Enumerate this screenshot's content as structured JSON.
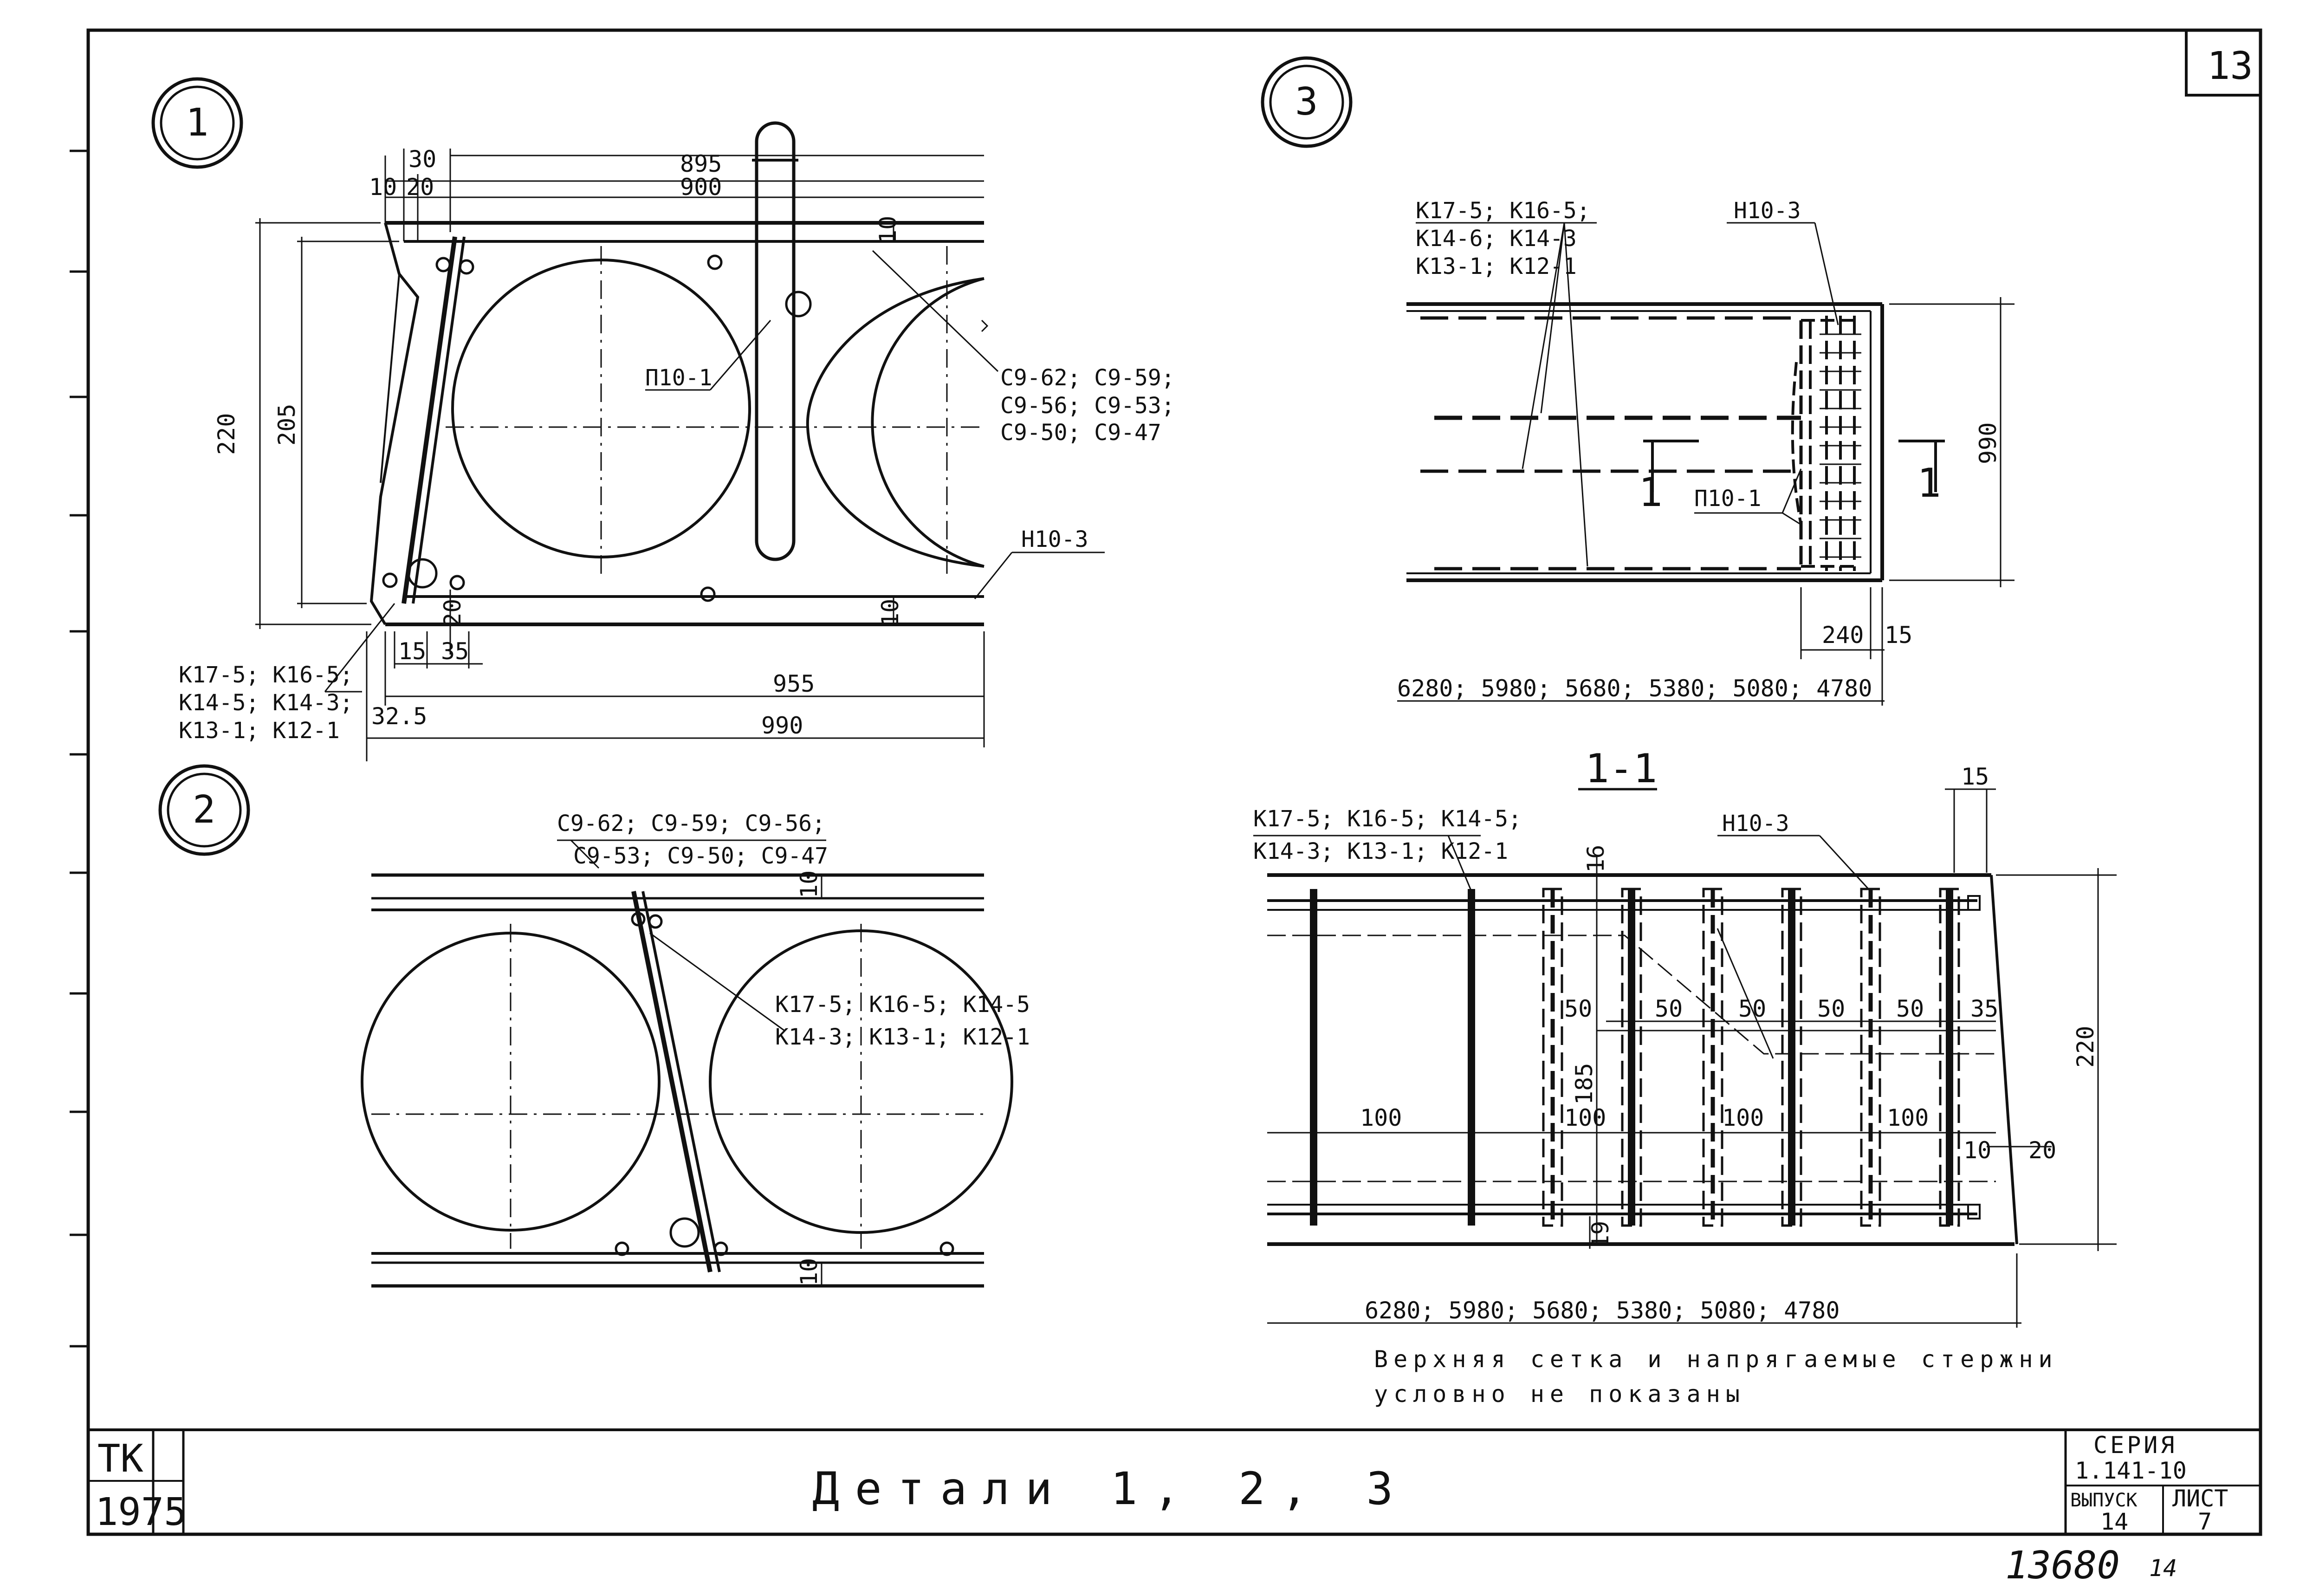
{
  "sheet_number": "13",
  "details": {
    "d1": {
      "callout": "1",
      "dims": {
        "d895": "895",
        "d900": "900",
        "d30": "30",
        "d10": "10",
        "d20": "20",
        "d10b": "10",
        "d220": "220",
        "d205": "205",
        "d15": "15",
        "d35": "35",
        "d20b": "20",
        "d10c": "10",
        "d955": "955",
        "d990": "990",
        "d325": "32.5"
      },
      "labels": {
        "p10": "П10-1",
        "c9_line1": "С9-62; С9-59;",
        "c9_line2": "С9-56; С9-53;",
        "c9_line3": "С9-50; С9-47",
        "h10": "Н10-3",
        "k_line1": "К17-5; К16-5;",
        "k_line2": "К14-5; К14-3;",
        "k_line3": "К13-1; К12-1"
      }
    },
    "d2": {
      "callout": "2",
      "labels": {
        "c9_line1": "С9-62; С9-59; С9-56;",
        "c9_line2": "С9-53; С9-50; С9-47",
        "k_line1": "К17-5; К16-5; К14-5",
        "k_line2": "К14-3; К13-1; К12-1",
        "d10a": "10",
        "d10b": "10"
      }
    },
    "d3": {
      "callout": "3",
      "labels": {
        "k_line1": "К17-5; К16-5;",
        "k_line2": "К14-6; К14-3",
        "k_line3": "К13-1; К12-1",
        "h10": "Н10-3",
        "p10": "П10-1",
        "cut_a": "1",
        "cut_b": "1",
        "d990": "990",
        "d240": "240",
        "d15": "15",
        "lengths": "6280; 5980; 5680; 5380; 5080; 4780"
      }
    },
    "s11": {
      "title": "1-1",
      "labels": {
        "k_line1": "К17-5; К16-5; К14-5;",
        "k_line2": "К14-3; К13-1; К12-1",
        "h10": "Н10-3",
        "d15": "15",
        "d16": "16",
        "d50a": "50",
        "d50b": "50",
        "d50c": "50",
        "d50d": "50",
        "d50e": "50",
        "d35": "35",
        "d220": "220",
        "d185": "185",
        "d100a": "100",
        "d100b": "100",
        "d100c": "100",
        "d100d": "100",
        "d10": "10",
        "d20": "20",
        "d19": "19",
        "lengths": "6280; 5980; 5680; 5380; 5080; 4780"
      }
    }
  },
  "note": {
    "line1": "Верхняя сетка и напрягаемые стержни",
    "line2": "условно не показаны"
  },
  "title_block": {
    "org": "ТК",
    "year": "1975",
    "title": "Детали 1, 2, 3",
    "series_label": "СЕРИЯ",
    "series_value": "1.141-10",
    "issue_label": "ВЫПУСК",
    "issue_value": "14",
    "sheet_label": "ЛИСТ",
    "sheet_value": "7"
  },
  "archive_number": "13680",
  "archive_suffix": "14"
}
